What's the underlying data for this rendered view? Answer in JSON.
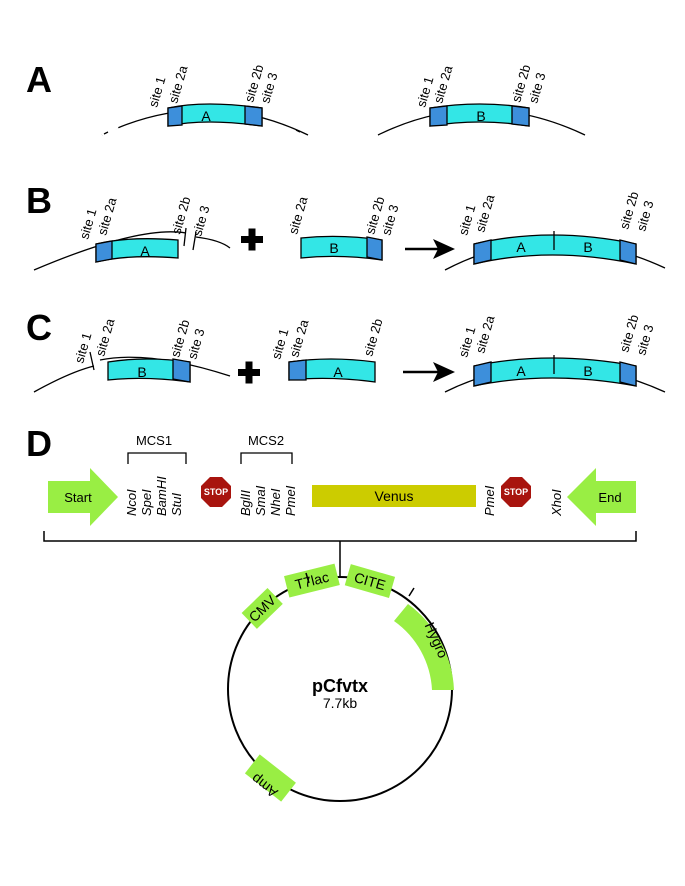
{
  "panels": {
    "a": "A",
    "b": "B",
    "c": "C",
    "d": "D"
  },
  "sites": {
    "s1": "site 1",
    "s2a": "site 2a",
    "s2b": "site 2b",
    "s3": "site 3"
  },
  "fragments": {
    "a": "A",
    "b": "B"
  },
  "mcs": {
    "mcs1": "MCS1",
    "mcs2": "MCS2"
  },
  "cassette": {
    "start": "Start",
    "end": "End",
    "stop": "STOP",
    "venus": "Venus",
    "mcs1_sites": [
      "NcoI",
      "SpeI",
      "BamHI",
      "StuI"
    ],
    "mcs2_sites": [
      "BglII",
      "SmaI",
      "NheI",
      "PmeI"
    ],
    "pme": "PmeI",
    "xho": "XhoI"
  },
  "plasmid": {
    "name": "pCfvtx",
    "size": "7.7kb",
    "features": {
      "cmv": "CMV",
      "t7lac": "T7lac",
      "cite": "CITE",
      "hygro": "Hygro",
      "amp": "Amp"
    }
  },
  "colors": {
    "site_box": "#3d8fdb",
    "fragment": "#33e6e6",
    "arrow_green": "#99ee44",
    "stop_red": "#a8140e",
    "venus": "#cccc00"
  }
}
